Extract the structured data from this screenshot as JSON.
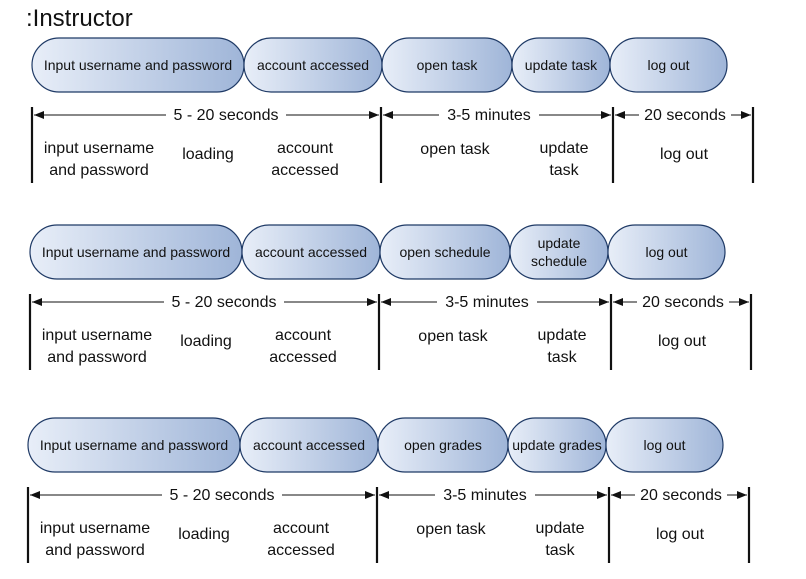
{
  "title": ":Instructor",
  "colors": {
    "pill_light": "#e8eef8",
    "pill_dark": "#9fb5d8",
    "pill_border": "#1f3a66",
    "line": "#111111"
  },
  "rows": [
    {
      "steps": [
        "Input username and password",
        "account accessed",
        "open task",
        "update task",
        "log out"
      ],
      "durations": [
        "5 - 20 seconds",
        "3-5 minutes",
        "20 seconds"
      ],
      "labels": [
        "input username\nand password",
        "loading",
        "account\naccessed",
        "open task",
        "update\ntask",
        "log out"
      ]
    },
    {
      "steps": [
        "Input username and password",
        "account accessed",
        "open schedule",
        "update\nschedule",
        "log out"
      ],
      "durations": [
        "5 - 20 seconds",
        "3-5 minutes",
        "20 seconds"
      ],
      "labels": [
        "input username\nand password",
        "loading",
        "account\naccessed",
        "open task",
        "update\ntask",
        "log out"
      ]
    },
    {
      "steps": [
        "Input username and password",
        "account accessed",
        "open grades",
        "update grades",
        "log out"
      ],
      "durations": [
        "5 - 20 seconds",
        "3-5 minutes",
        "20 seconds"
      ],
      "labels": [
        "input username\nand password",
        "loading",
        "account\naccessed",
        "open task",
        "update\ntask",
        "log out"
      ]
    }
  ]
}
